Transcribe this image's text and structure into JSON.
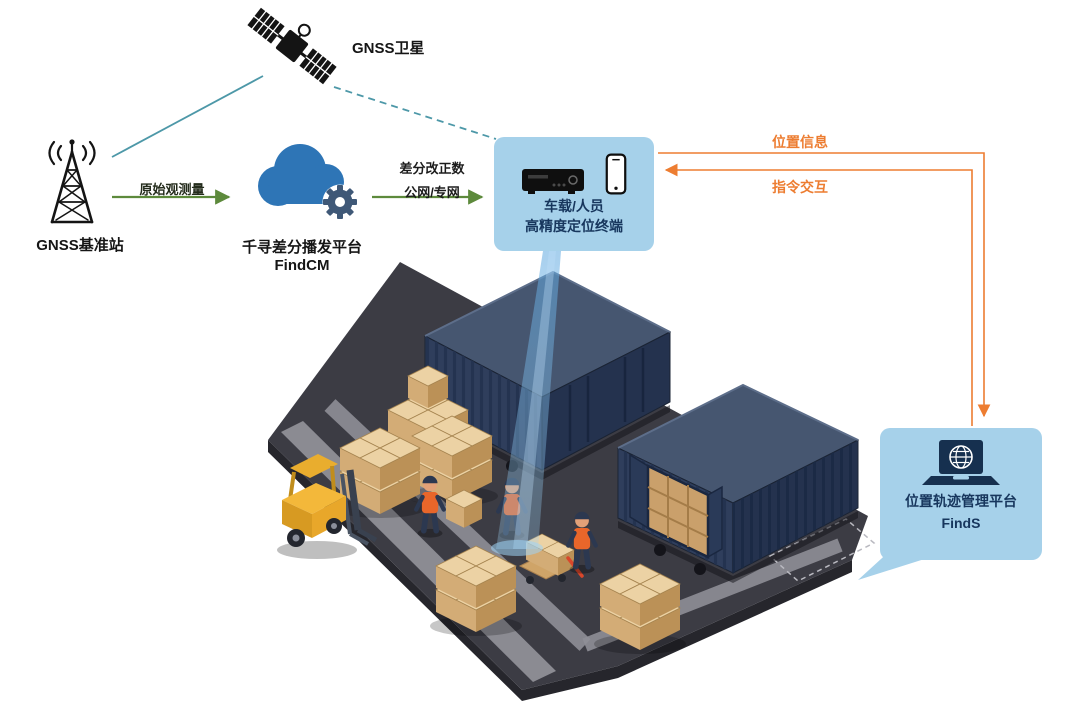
{
  "nodes": {
    "satellite": {
      "label": "GNSS卫星"
    },
    "base_station": {
      "label": "GNSS基准站"
    },
    "cloud": {
      "title": "千寻差分播发平台",
      "subtitle": "FindCM"
    },
    "terminal": {
      "line1": "车载/人员",
      "line2": "高精度定位终端"
    },
    "platform": {
      "title": "位置轨迹管理平台",
      "subtitle": "FindS"
    }
  },
  "edges": {
    "raw_observation": {
      "label": "原始观测量"
    },
    "correction": {
      "line1": "差分改正数",
      "line2": "公网/专网"
    },
    "position_info": {
      "label": "位置信息"
    },
    "command_interaction": {
      "label": "指令交互"
    }
  },
  "colors": {
    "panel_fill": "#a6d1ea",
    "panel_text": "#17365d",
    "arrow_green": "#5d8a3c",
    "arrow_orange": "#ed7d31",
    "line_teal": "#4d98a8",
    "cloud_blue": "#2e75b6",
    "gear_slate": "#3f5877",
    "beam_blue": "#7ec1ef",
    "container_navy": "#2f3e5c",
    "platform_gray": "#3c3c44",
    "box_tan": "#d3ac76",
    "forklift_yellow": "#f3b83a"
  },
  "icons": {
    "satellite": "satellite-icon",
    "base_station": "radio-tower-icon",
    "cloud": "cloud-gear-icon",
    "terminal_receiver": "gnss-receiver-icon",
    "terminal_phone": "smartphone-icon",
    "platform": "laptop-globe-icon"
  },
  "scene": {
    "elements": [
      "shipping-containers",
      "pallet-box-stacks",
      "forklift",
      "workers",
      "pallet-jack",
      "positioning-beam",
      "yard-platform"
    ]
  }
}
